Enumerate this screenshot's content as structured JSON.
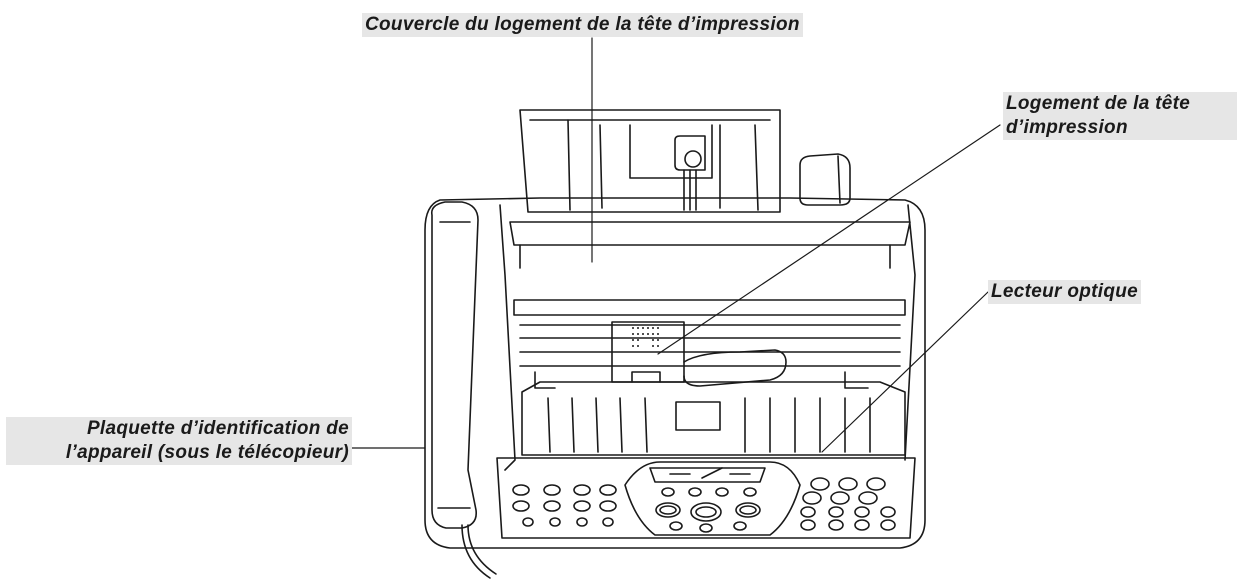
{
  "callouts": {
    "print_head_cover": "Couvercle du logement de la tête d’impression",
    "print_head_housing": [
      "Logement de la tête",
      "d’impression"
    ],
    "optical_reader": "Lecteur optique",
    "id_plate": [
      "Plaquette d’identification de",
      "l’appareil (sous le télécopieur)"
    ]
  },
  "colors": {
    "label_bg": "#e6e6e6",
    "line": "#1a1a1a",
    "text": "#1a1a1a"
  }
}
